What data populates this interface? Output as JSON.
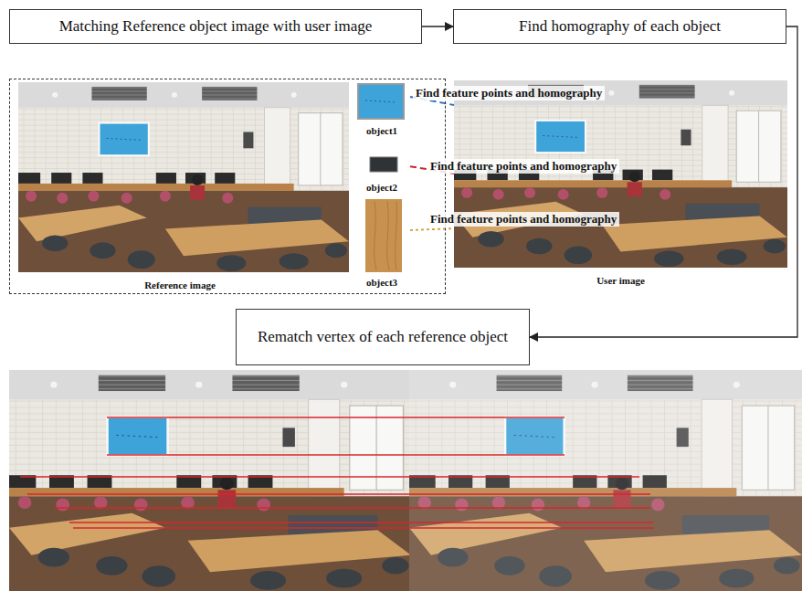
{
  "diagram": {
    "nodes": [
      {
        "text": [
          "Matching Reference object image with user image"
        ]
      },
      {
        "text": [
          "Find homography of each object"
        ]
      },
      {
        "text": [
          "Reference image"
        ]
      },
      {
        "text": [
          "object1"
        ],
        "in": 2
      },
      {
        "text": [
          "object2"
        ],
        "in": 2
      },
      {
        "text": [
          "object3"
        ],
        "in": 2
      },
      {
        "text": [
          "User image"
        ]
      },
      {
        "text": [
          "Rematch vertex of each reference object"
        ]
      }
    ],
    "edges": [
      {
        "from": 0,
        "to": 1,
        "arrow": "to"
      },
      {
        "from": 1,
        "to": 7,
        "arrow": "to"
      },
      {
        "from": 3,
        "to": 6,
        "label": "Find feature points and homography",
        "arrow": "none"
      },
      {
        "from": 4,
        "to": 6,
        "label": "Find feature points and homography",
        "arrow": "none"
      },
      {
        "from": 5,
        "to": 6,
        "label": "Find feature points and homography",
        "arrow": "none"
      }
    ]
  }
}
